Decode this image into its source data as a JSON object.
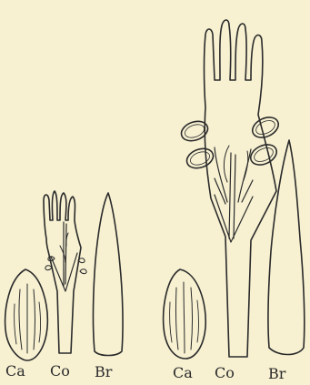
{
  "figures": [
    {
      "id": "left",
      "labels": {
        "calyx": "Ca",
        "corolla": "Co",
        "bract": "Br"
      }
    },
    {
      "id": "right",
      "labels": {
        "calyx": "Ca",
        "corolla": "Co",
        "bract": "Br"
      }
    }
  ],
  "colors": {
    "background": "#f7f1d2",
    "ink": "#2a2a2a"
  }
}
